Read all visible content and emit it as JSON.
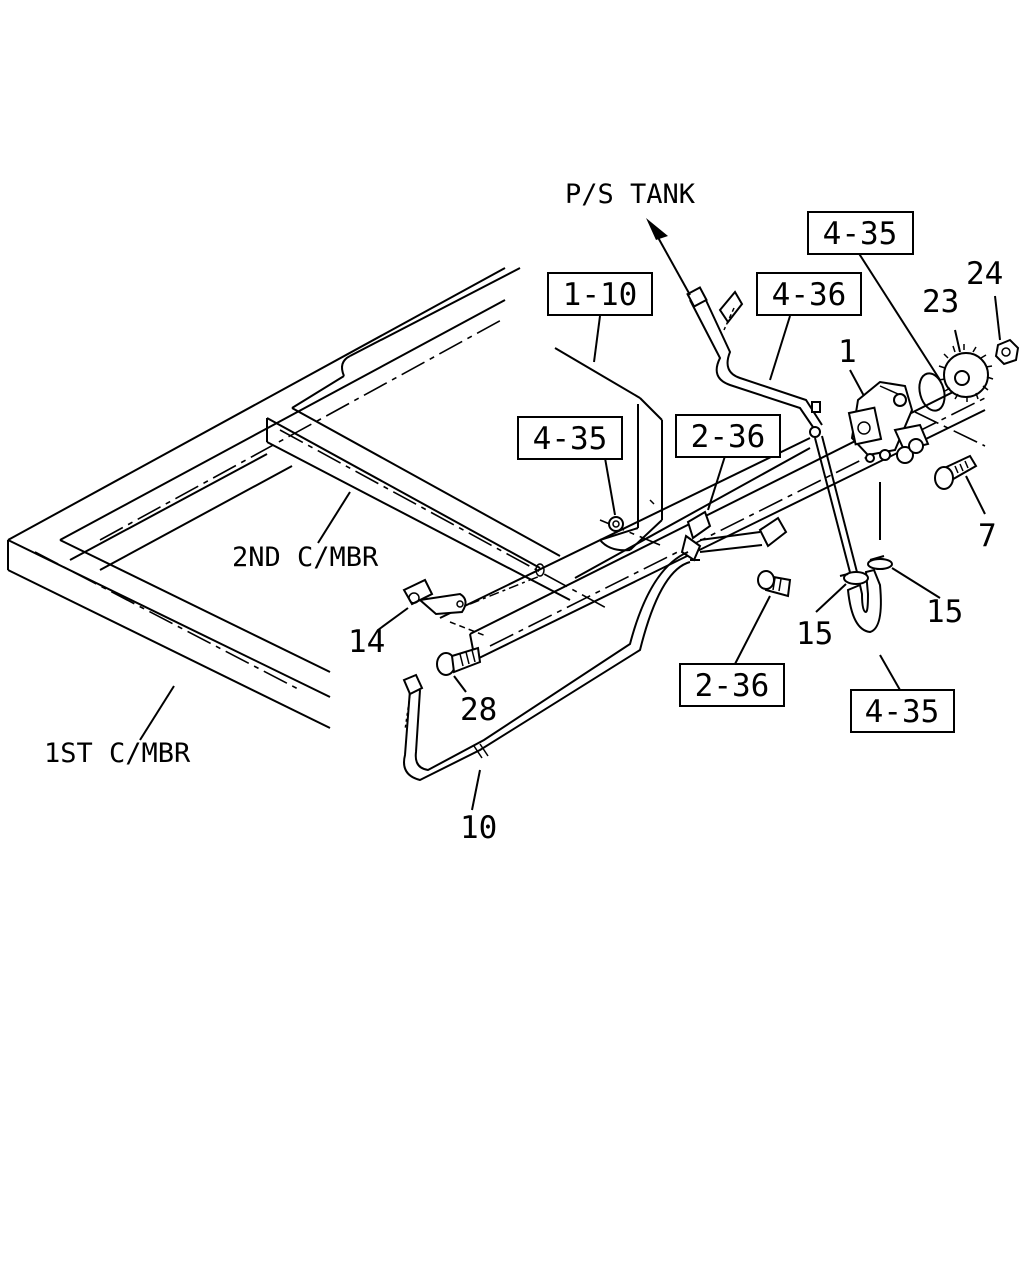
{
  "labels": {
    "ps_tank": "P/S TANK",
    "second_cmbr": "2ND C/MBR",
    "first_cmbr": "1ST C/MBR"
  },
  "ref_boxes": {
    "ref_1_10": "1-10",
    "ref_4_36": "4-36",
    "ref_4_35_top": "4-35",
    "ref_4_35_mid": "4-35",
    "ref_2_36_top": "2-36",
    "ref_2_36_bottom": "2-36",
    "ref_4_35_bottom": "4-35"
  },
  "callouts": {
    "c1": "1",
    "c7": "7",
    "c10": "10",
    "c14": "14",
    "c15_left": "15",
    "c15_right": "15",
    "c23": "23",
    "c24": "24",
    "c28": "28"
  }
}
